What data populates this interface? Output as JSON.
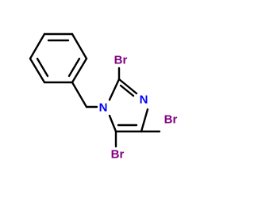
{
  "molecule": {
    "atoms": {
      "n1": {
        "label": "N",
        "color": "#0000ff"
      },
      "n3": {
        "label": "N",
        "color": "#0000ff"
      },
      "br2": {
        "label": "Br",
        "color": "#800080"
      },
      "br4": {
        "label": "Br",
        "color": "#800080"
      },
      "br5": {
        "label": "Br",
        "color": "#800080"
      }
    },
    "bond_color": "#000000"
  }
}
